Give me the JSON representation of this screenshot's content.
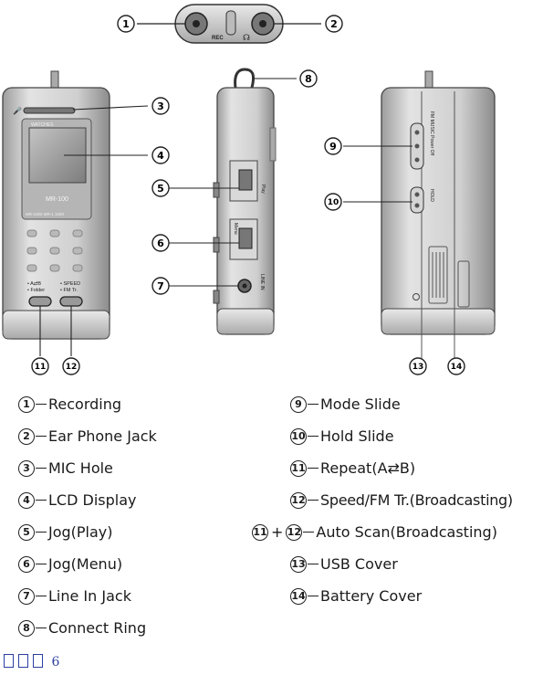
{
  "markers": [
    "1",
    "2",
    "3",
    "4",
    "5",
    "6",
    "7",
    "8",
    "9",
    "10",
    "11",
    "12",
    "13",
    "14"
  ],
  "device_text": {
    "rec": "REC",
    "model": "MR-100",
    "brand": "WATCHES",
    "bottom_print": "MR-1000 MR-1 1000",
    "left_key_line1": "• A⇄B",
    "left_key_line2": "• Folder",
    "right_key_line1": "• SPEED",
    "right_key_line2": "• FM Tr.",
    "side_play": "Play",
    "side_menu": "Menu",
    "side_line": "LINE IN",
    "back_mode": "FM MUSIC Power Off",
    "back_hold": "HOLD"
  },
  "legend": {
    "left": [
      {
        "num": "1",
        "label": "Recording"
      },
      {
        "num": "2",
        "label": "Ear Phone Jack"
      },
      {
        "num": "3",
        "label": "MIC Hole"
      },
      {
        "num": "4",
        "label": "LCD Display"
      },
      {
        "num": "5",
        "label": "Jog(Play)"
      },
      {
        "num": "6",
        "label": "Jog(Menu)"
      },
      {
        "num": "7",
        "label": "Line In Jack"
      },
      {
        "num": "8",
        "label": "Connect Ring"
      }
    ],
    "right": [
      {
        "num": "9",
        "label": "Mode Slide"
      },
      {
        "num": "10",
        "label": "Hold Slide"
      },
      {
        "num": "11",
        "label": "Repeat(A⇄B)"
      },
      {
        "num": "12",
        "label": "Speed/FM Tr.(Broadcasting)"
      },
      {
        "num": "11",
        "num2": "12",
        "plus": "+",
        "label": "Auto Scan(Broadcasting)"
      },
      {
        "num": "13",
        "label": "USB Cover"
      },
      {
        "num": "14",
        "label": "Battery Cover"
      }
    ]
  },
  "footer": {
    "page_number": "6"
  }
}
